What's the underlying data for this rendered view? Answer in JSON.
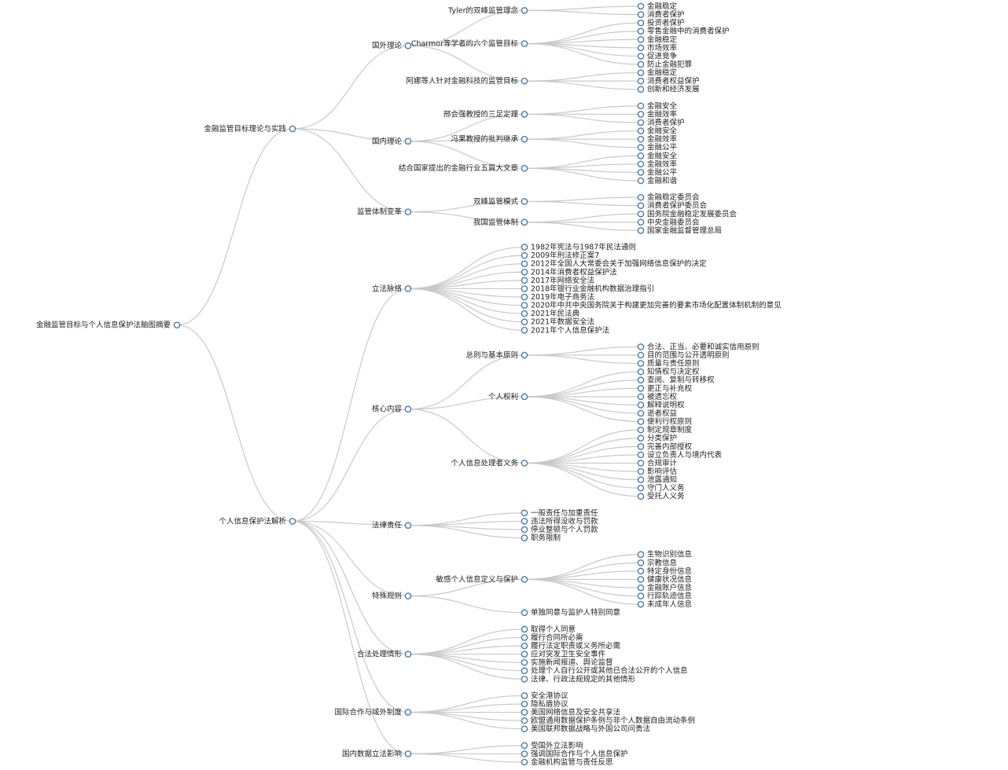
{
  "mindmap": {
    "root": {
      "label": "金融监管目标与个人信息保护法脑图摘要",
      "children": [
        {
          "label": "金融监管目标理论与实践",
          "children": [
            {
              "label": "国外理论",
              "children": [
                {
                  "label": "Tyler的双峰监管理念",
                  "children": [
                    {
                      "label": "金融稳定"
                    },
                    {
                      "label": "消费者保护"
                    }
                  ]
                },
                {
                  "label": "Charmor等学者的六个监管目标",
                  "children": [
                    {
                      "label": "投资者保护"
                    },
                    {
                      "label": "零售金融中的消费者保护"
                    },
                    {
                      "label": "金融稳定"
                    },
                    {
                      "label": "市场效率"
                    },
                    {
                      "label": "促进竞争"
                    },
                    {
                      "label": "防止金融犯罪"
                    }
                  ]
                },
                {
                  "label": "阿娜等人针对金融科技的监管目标",
                  "children": [
                    {
                      "label": "金融稳定"
                    },
                    {
                      "label": "消费者权益保护"
                    },
                    {
                      "label": "创新和经济发展"
                    }
                  ]
                }
              ]
            },
            {
              "label": "国内理论",
              "children": [
                {
                  "label": "邢会强教授的三足定理",
                  "children": [
                    {
                      "label": "金融安全"
                    },
                    {
                      "label": "金融效率"
                    },
                    {
                      "label": "消费者保护"
                    }
                  ]
                },
                {
                  "label": "冯果教授的批判继承",
                  "children": [
                    {
                      "label": "金融安全"
                    },
                    {
                      "label": "金融效率"
                    },
                    {
                      "label": "金融公平"
                    }
                  ]
                },
                {
                  "label": "结合国家提出的金融行业五篇大文章",
                  "children": [
                    {
                      "label": "金融安全"
                    },
                    {
                      "label": "金融效率"
                    },
                    {
                      "label": "金融公平"
                    },
                    {
                      "label": "金融和谐"
                    }
                  ]
                }
              ]
            },
            {
              "label": "监管体制变革",
              "children": [
                {
                  "label": "双峰监管模式",
                  "children": [
                    {
                      "label": "金融稳定委员会"
                    },
                    {
                      "label": "消费者保护委员会"
                    }
                  ]
                },
                {
                  "label": "我国监管体制",
                  "children": [
                    {
                      "label": "国务院金融稳定发展委员会"
                    },
                    {
                      "label": "中央金融委员会"
                    },
                    {
                      "label": "国家金融监督管理总局"
                    }
                  ]
                }
              ]
            }
          ]
        },
        {
          "label": "个人信息保护法解析",
          "children": [
            {
              "label": "立法脉络",
              "children": [
                {
                  "label": "1982年宪法与1987年民法通则"
                },
                {
                  "label": "2009年刑法修正案7"
                },
                {
                  "label": "2012年全国人大常委会关于加强网络信息保护的决定"
                },
                {
                  "label": "2014年消费者权益保护法"
                },
                {
                  "label": "2017年网络安全法"
                },
                {
                  "label": "2018年银行业金融机构数据治理指引"
                },
                {
                  "label": "2019年电子商务法"
                },
                {
                  "label": "2020年中共中央国务院关于构建更加完善的要素市场化配置体制机制的意见"
                },
                {
                  "label": "2021年民法典"
                },
                {
                  "label": "2021年数据安全法"
                },
                {
                  "label": "2021年个人信息保护法"
                }
              ]
            },
            {
              "label": "核心内容",
              "children": [
                {
                  "label": "总则与基本原则",
                  "children": [
                    {
                      "label": "合法、正当、必要和诚实信用原则"
                    },
                    {
                      "label": "目的范围与公开透明原则"
                    },
                    {
                      "label": "质量与责任原则"
                    }
                  ]
                },
                {
                  "label": "个人权利",
                  "children": [
                    {
                      "label": "知情权与决定权"
                    },
                    {
                      "label": "查阅、复制与转移权"
                    },
                    {
                      "label": "更正与补充权"
                    },
                    {
                      "label": "被遗忘权"
                    },
                    {
                      "label": "解释说明权"
                    },
                    {
                      "label": "逝者权益"
                    },
                    {
                      "label": "便利行权原则"
                    }
                  ]
                },
                {
                  "label": "个人信息处理者义务",
                  "children": [
                    {
                      "label": "制定规章制度"
                    },
                    {
                      "label": "分类保护"
                    },
                    {
                      "label": "完善内部授权"
                    },
                    {
                      "label": "设立负责人与境内代表"
                    },
                    {
                      "label": "合规审计"
                    },
                    {
                      "label": "影响评估"
                    },
                    {
                      "label": "泄露通知"
                    },
                    {
                      "label": "守门人义务"
                    },
                    {
                      "label": "受托人义务"
                    }
                  ]
                }
              ]
            },
            {
              "label": "法律责任",
              "children": [
                {
                  "label": "一般责任与加重责任"
                },
                {
                  "label": "违法所得没收与罚款"
                },
                {
                  "label": "停业整顿与个人罚款"
                },
                {
                  "label": "职务限制"
                }
              ]
            },
            {
              "label": "特殊规则",
              "children": [
                {
                  "label": "敏感个人信息定义与保护",
                  "children": [
                    {
                      "label": "生物识别信息"
                    },
                    {
                      "label": "宗教信息"
                    },
                    {
                      "label": "特定身份信息"
                    },
                    {
                      "label": "健康状况信息"
                    },
                    {
                      "label": "金融账户信息"
                    },
                    {
                      "label": "行踪轨迹信息"
                    },
                    {
                      "label": "未成年人信息"
                    }
                  ]
                },
                {
                  "label": "单独同意与监护人特别同意"
                }
              ]
            },
            {
              "label": "合法处理情形",
              "children": [
                {
                  "label": "取得个人同意"
                },
                {
                  "label": "履行合同所必需"
                },
                {
                  "label": "履行法定职责或义务所必需"
                },
                {
                  "label": "应对突发卫生安全事件"
                },
                {
                  "label": "实施新闻报道、舆论监督"
                },
                {
                  "label": "处理个人自行公开或其他已合法公开的个人信息"
                },
                {
                  "label": "法律、行政法规规定的其他情形"
                }
              ]
            },
            {
              "label": "国际合作与域外制度",
              "children": [
                {
                  "label": "安全港协议"
                },
                {
                  "label": "隐私盾协议"
                },
                {
                  "label": "美国网络信息及安全共享法"
                },
                {
                  "label": "欧盟通用数据保护条例与非个人数据自由流动条例"
                },
                {
                  "label": "美国联邦数据战略与外国公司问责法"
                }
              ]
            },
            {
              "label": "国内数据立法影响",
              "children": [
                {
                  "label": "受国外立法影响"
                },
                {
                  "label": "强调国际合作与个人信息保护"
                },
                {
                  "label": "金融机构监管与责任反思"
                }
              ]
            }
          ]
        }
      ]
    }
  }
}
